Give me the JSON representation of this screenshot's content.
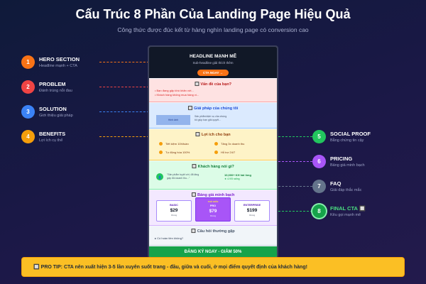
{
  "header": {
    "title": "Cấu Trúc 8 Phần Của Landing Page Hiệu Quả",
    "subtitle": "Công thức được đúc kết từ hàng nghìn landing page có conversion cao"
  },
  "steps": [
    {
      "num": "1",
      "name": "HERO SECTION",
      "desc": "Headline mạnh + CTA",
      "color": "#f97316"
    },
    {
      "num": "2",
      "name": "PROBLEM",
      "desc": "Đánh trúng nỗi đau",
      "color": "#ef4444"
    },
    {
      "num": "3",
      "name": "SOLUTION",
      "desc": "Giới thiệu giải pháp",
      "color": "#3b82f6"
    },
    {
      "num": "4",
      "name": "BENEFITS",
      "desc": "Lợi ích cụ thể",
      "color": "#f59e0b"
    },
    {
      "num": "5",
      "name": "SOCIAL PROOF",
      "desc": "Bằng chứng tin cậy",
      "color": "#22c55e"
    },
    {
      "num": "6",
      "name": "PRICING",
      "desc": "Bảng giá minh bạch",
      "color": "#a855f7"
    },
    {
      "num": "7",
      "name": "FAQ",
      "desc": "Giải đáp thắc mắc",
      "color": "#64748b"
    },
    {
      "num": "8",
      "name": "FINAL CTA 🔲",
      "desc": "Kêu gọi mạnh mẽ",
      "color": "#16a34a"
    }
  ],
  "mockup": {
    "hero": {
      "headline": "HEADLINE MẠNH MẼ",
      "sub": "Sub-headline giải thích thêm",
      "button": "CTA NGAY →"
    },
    "problem": {
      "title": "🔲 Vấn đề của bạn?",
      "lines": [
        "• Bạn đang gặp khó khăn với...",
        "• Khách hàng không mua hàng vì..."
      ]
    },
    "solution": {
      "title": "🔲 Giải pháp của chúng tôi",
      "image": "Hình ảnh",
      "text_1": "Sản phẩm/dịch vụ của chúng",
      "text_2": "tôi giúp bạn giải quyết..."
    },
    "benefits": {
      "title": "🔲 Lợi ích cho bạn",
      "items": [
        "Tiết kiệm 10h/tuần",
        "Tăng 3x doanh thu",
        "Tự động hóa 100%",
        "Hỗ trợ 24/7"
      ]
    },
    "social": {
      "title": "🔲 Khách hàng nói gì?",
      "avatar": "👤",
      "quote_1": "\"Sản phẩm tuyệt vời, đã tăng",
      "quote_2": "gấp đôi doanh thu...\"",
      "count": "10,000+ KH hài lòng",
      "stars": "★ 4.9/5 rating"
    },
    "pricing": {
      "title": "🔲 Bảng giá minh bạch",
      "plans": [
        {
          "name": "BASIC",
          "price": "$29",
          "unit": "/tháng"
        },
        {
          "name": "PRO",
          "price": "$79",
          "unit": "/tháng",
          "tag": "PHỔ BIẾN"
        },
        {
          "name": "ENTERPRISE",
          "price": "$199",
          "unit": "/tháng"
        }
      ]
    },
    "faq": {
      "title": "🔲 Câu hỏi thường gặp",
      "question": "▸ Có hoàn tiền không?"
    },
    "cta": "ĐĂNG KÝ NGAY - GIẢM 50%"
  },
  "tip": "🔲 PRO TIP: CTA nên xuất hiện 3-5 lần xuyên suốt trang - đầu, giữa và cuối, ở mọi điểm quyết định của khách hàng!"
}
